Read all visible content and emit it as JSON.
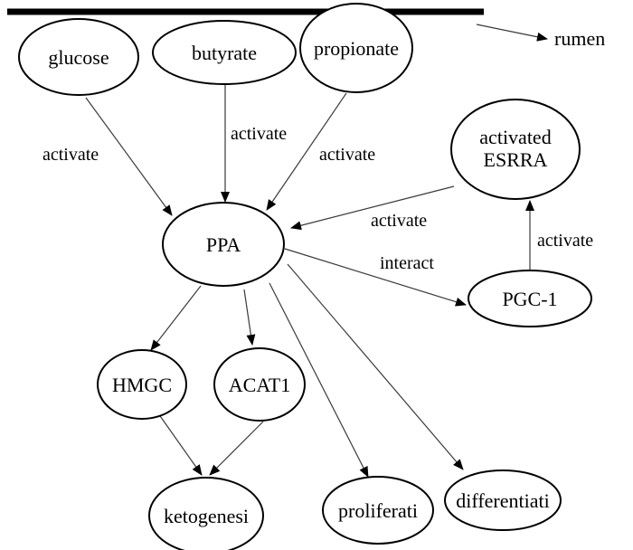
{
  "diagram": {
    "nodes": {
      "glucose": "glucose",
      "butyrate": "butyrate",
      "propionate": "propionate",
      "activated_esrra_line1": "activated",
      "activated_esrra_line2": "ESRRA",
      "ppa": "PPA",
      "pgc1": "PGC-1",
      "hmgc": "HMGC",
      "acat1": "ACAT1",
      "ketogenesis": "ketogenesi",
      "proliferation": "proliferati",
      "differentiation": "differentiati"
    },
    "edges": {
      "glucose_ppa": "activate",
      "butyrate_ppa": "activate",
      "propionate_ppa": "activate",
      "esrra_ppa": "activate",
      "ppa_pgc1": "interact",
      "pgc1_esrra": "activate"
    },
    "rumen_label": "rumen"
  }
}
